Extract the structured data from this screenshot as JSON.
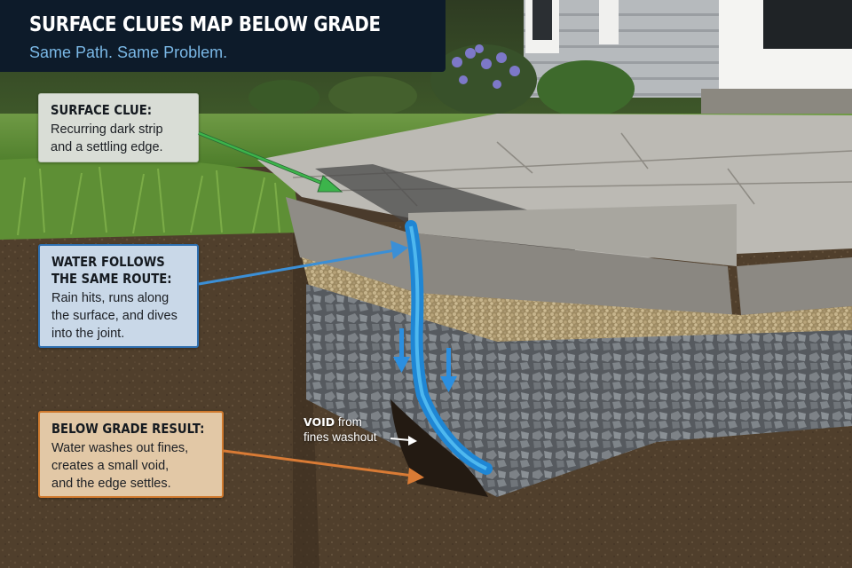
{
  "header": {
    "title": "SURFACE CLUES MAP BELOW GRADE",
    "subtitle": "Same Path. Same Problem."
  },
  "callouts": [
    {
      "id": "surface-clue",
      "title": "SURFACE CLUE:",
      "body": "Recurring dark strip\nand a settling edge.",
      "accent": "#3cb44b",
      "background": "#d9ddd6"
    },
    {
      "id": "water-follows",
      "title": "WATER FOLLOWS\nTHE SAME ROUTE:",
      "title_line1": "WATER FOLLOWS",
      "title_line2": "THE SAME ROUTE:",
      "body": "Rain hits, runs along\nthe surface, and dives\ninto the joint.",
      "accent": "#3b8fd6",
      "background": "#c9d8e8"
    },
    {
      "id": "below-grade-result",
      "title": "BELOW GRADE RESULT:",
      "body": "Water washes out fines,\ncreates a small void,\nand the edge settles.",
      "accent": "#d97b35",
      "background": "#e2c8a6"
    }
  ],
  "void_label": {
    "bold": "VOID",
    "rest": " from",
    "line2": "fines washout"
  },
  "scene": {
    "layers": [
      "lawn",
      "paver surface",
      "sand bedding",
      "gravel base",
      "native soil",
      "void"
    ],
    "colors": {
      "banner": "#0d1b2a",
      "subtitle": "#7ab8e6",
      "grass": "#5e8f35",
      "paver": "#b9b7b1",
      "paver_edge": "#8f8c86",
      "wet_strip": "#4a4a4a",
      "sand": "#b5a27a",
      "gravel": "#7b7f86",
      "soil": "#5a4835",
      "water": "#2b9be0",
      "siding": "#b8bcbf"
    }
  }
}
